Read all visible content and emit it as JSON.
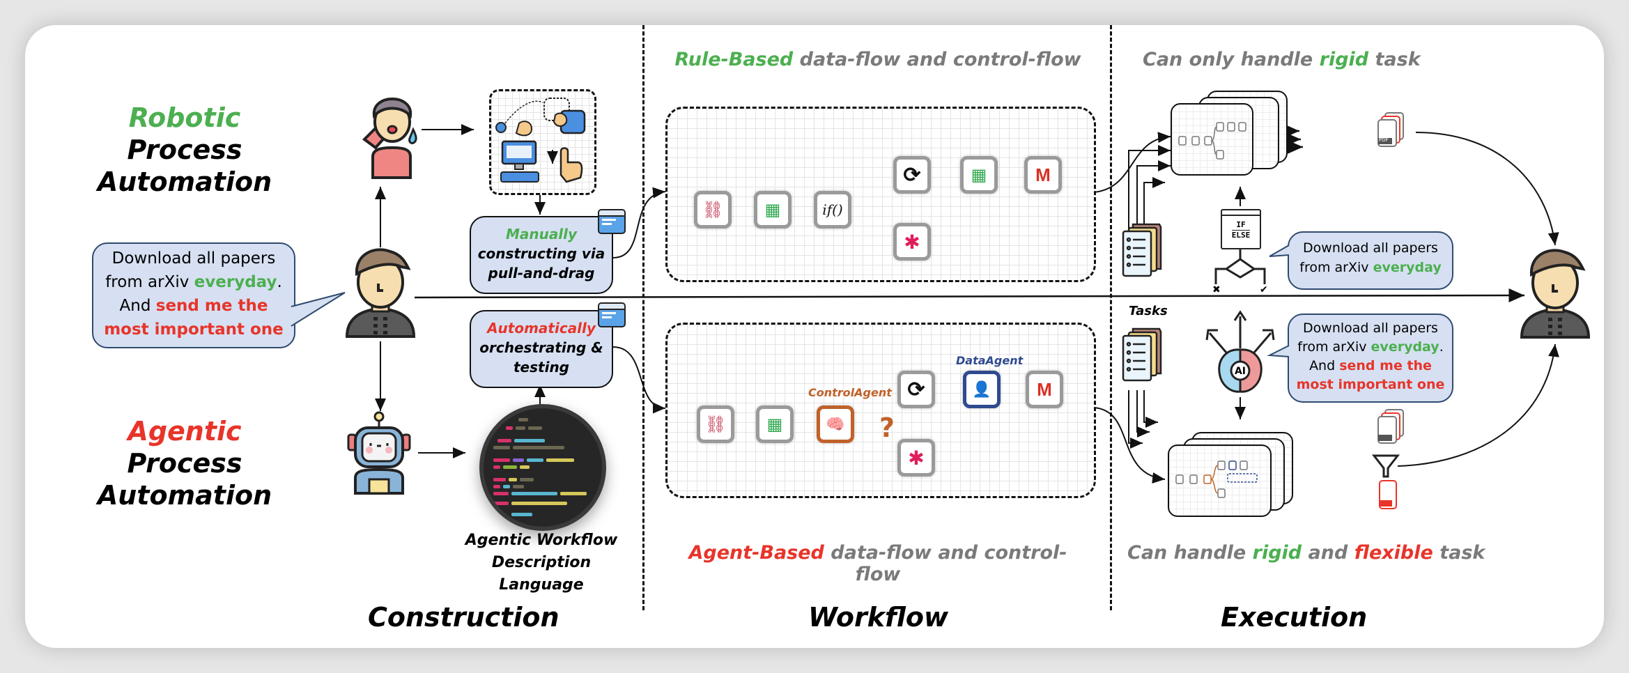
{
  "left": {
    "rpa_title": {
      "accent": "Robotic",
      "rest": "Process Automation"
    },
    "apa_title": {
      "accent": "Agentic",
      "rest": "Process Automation"
    },
    "user_request": {
      "line1": "Download all papers",
      "line2_plain": "from arXiv ",
      "line2_accent": "everyday",
      "line2_end": ".",
      "line3_plain": "And ",
      "line3_accent": "send me the",
      "line4_accent": "most important one"
    }
  },
  "construction": {
    "manual_box": {
      "accent": "Manually",
      "line2": "constructing via",
      "line3": "pull-and-drag"
    },
    "auto_box": {
      "accent": "Automatically",
      "line2": "orchestrating &",
      "line3": "testing"
    },
    "awdl_label": {
      "line1": "Agentic Workflow",
      "line2": "Description Language"
    },
    "icons": [
      "stressed-person-icon",
      "drag-and-drop-icon",
      "code-window-icon",
      "robot-icon",
      "code-screen-icon",
      "user-icon"
    ]
  },
  "workflow": {
    "top_header": {
      "accent": "Rule-Based",
      "rest": " data-flow and control-flow"
    },
    "bottom_header": {
      "accent": "Agent-Based",
      "rest": " data-flow and control-flow"
    },
    "top_nodes": [
      {
        "name": "webhook",
        "glyph": "⛓"
      },
      {
        "name": "google-sheets",
        "glyph": "▦"
      },
      {
        "name": "if-condition",
        "glyph": "if()"
      },
      {
        "name": "loop",
        "glyph": "⟳"
      },
      {
        "name": "google-sheets-2",
        "glyph": "▦"
      },
      {
        "name": "gmail",
        "glyph": "M"
      },
      {
        "name": "slack",
        "glyph": "✱"
      }
    ],
    "bottom_nodes": [
      {
        "name": "webhook",
        "glyph": "⛓"
      },
      {
        "name": "google-sheets",
        "glyph": "▦"
      },
      {
        "name": "control-agent",
        "glyph": "🧠"
      },
      {
        "name": "loop",
        "glyph": "⟳"
      },
      {
        "name": "data-agent",
        "glyph": "👤"
      },
      {
        "name": "gmail",
        "glyph": "M"
      },
      {
        "name": "slack",
        "glyph": "✱"
      }
    ],
    "control_agent_label": "ControlAgent",
    "data_agent_label": "DataAgent",
    "question_mark": "?"
  },
  "execution": {
    "top_header": {
      "prefix": "Can only handle ",
      "accent": "rigid",
      "suffix": " task"
    },
    "bottom_header": {
      "prefix": "Can handle ",
      "accent1": "rigid",
      "mid": " and ",
      "accent2": "flexible",
      "suffix": " task"
    },
    "tasks_label": "Tasks",
    "ifelse_label": {
      "if": "IF",
      "else": "ELSE"
    },
    "ai_label": "AI",
    "pdf_label": "PDF",
    "rigid_request": {
      "line1": "Download all papers",
      "line2_plain": "from arXiv ",
      "line2_accent": "everyday"
    },
    "flexible_request": {
      "line1": "Download all papers",
      "line2_plain": "from arXiv ",
      "line2_accent": "everyday",
      "line2_end": ".",
      "line3_plain": "And ",
      "line3_accent": "send me the",
      "line4_accent": "most important one"
    }
  },
  "sections": {
    "construction": "Construction",
    "workflow": "Workflow",
    "execution": "Execution"
  },
  "colors": {
    "green": "#4caf50",
    "red": "#e8342a",
    "gray": "#7a7a7a",
    "navy": "#2f4a8f",
    "orange": "#c0622a",
    "bubble": "#d6e0f2"
  }
}
